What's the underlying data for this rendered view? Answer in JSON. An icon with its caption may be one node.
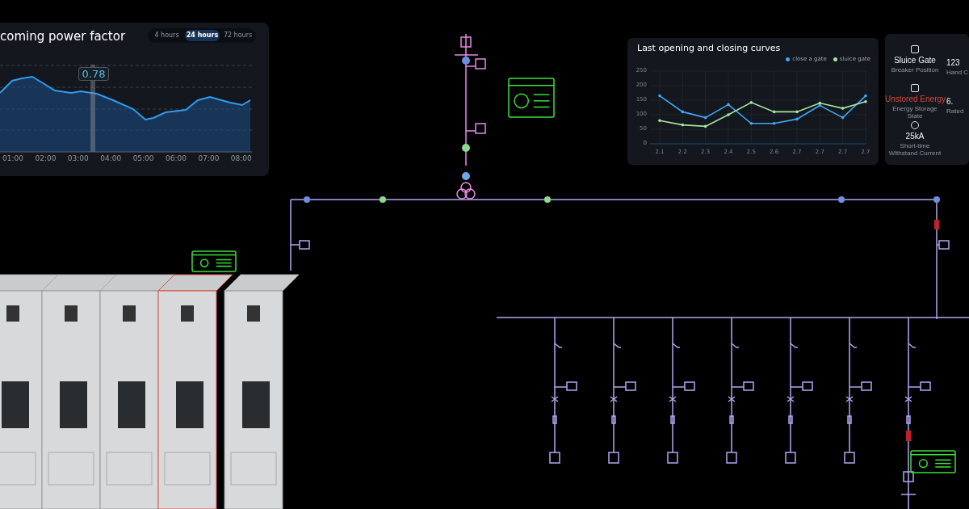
{
  "diagram": {
    "nodes": [
      {
        "text": [
          "coming power factor"
        ]
      },
      {
        "text": [],
        "shape": "box"
      },
      {
        "text": [
          "Sluice Gate",
          "Breaker Position"
        ],
        "in": 1
      },
      {
        "text": [
          "123",
          "Hand C"
        ],
        "in": 1
      },
      {
        "text": [
          "Unstored Energy",
          "Energy Storage State"
        ],
        "in": 1
      },
      {
        "text": [
          "6.",
          "Rated"
        ],
        "in": 1
      },
      {
        "text": [
          "25kA",
          "Short-time Withstand Current"
        ],
        "in": 1
      }
    ],
    "labels": [
      "4 hours",
      "24 hours",
      "72 hours",
      "0.78",
      "01:00",
      "02:00",
      "03:00",
      "04:00",
      "05:00",
      "06:00",
      "07:00",
      "08:00"
    ],
    "chart_data": {
      "type": "line",
      "title": "Last opening and closing curves",
      "legend": "top-right",
      "grid": true,
      "categories": [
        "2.1",
        "2.2",
        "2.3",
        "2.4",
        "2.5",
        "2.6",
        "2.7",
        "2.7",
        "2.7",
        "2.7"
      ],
      "yticks": [
        0,
        50,
        100,
        150,
        200,
        250
      ],
      "ylim": [
        0,
        250
      ],
      "series": [
        {
          "name": "close a gate",
          "color": "#3fa9f5",
          "values": [
            165,
            110,
            90,
            135,
            70,
            70,
            85,
            132,
            90,
            165
          ]
        },
        {
          "name": "sluice gate",
          "color": "#a8e6a1",
          "values": [
            80,
            65,
            60,
            100,
            142,
            110,
            110,
            140,
            122,
            145
          ]
        }
      ]
    }
  }
}
